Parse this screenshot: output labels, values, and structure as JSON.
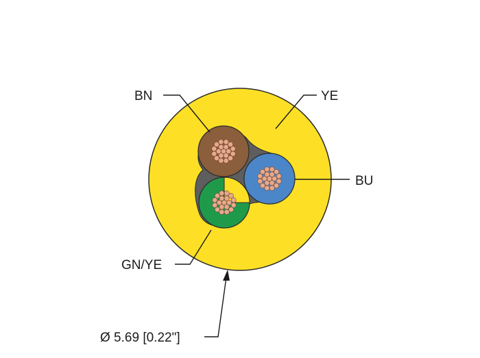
{
  "labels": {
    "brown_core": "BN",
    "jacket": "YE",
    "blue_core": "BU",
    "ground_core": "GN/YE",
    "diameter": "Ø 5.69 [0.22\"]"
  },
  "colors": {
    "jacket": "#fde025",
    "brown": "#8b5e3c",
    "blue": "#4a86c8",
    "green": "#1f9a4a",
    "yellow_stripe": "#fde025",
    "copper": "#e6a98c",
    "filler": "#5e5e5e",
    "leader": "#1a1a1a"
  }
}
